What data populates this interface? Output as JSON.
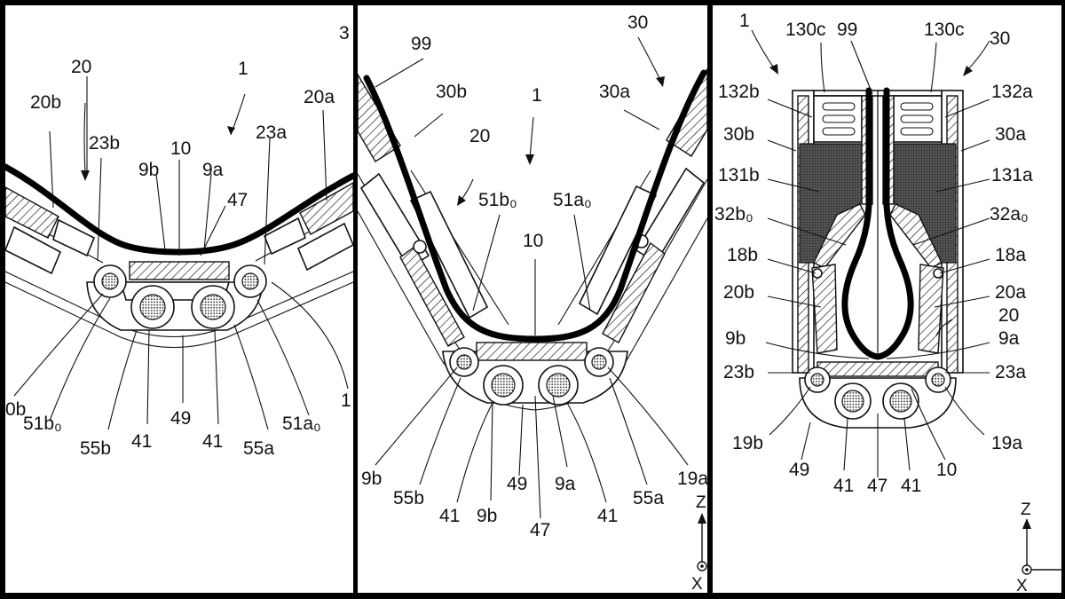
{
  "panels": [
    {
      "id": "panel-1",
      "labels": [
        "3",
        "20",
        "1",
        "20b",
        "20a",
        "23b",
        "10",
        "23a",
        "9b",
        "9a",
        "47",
        "0b",
        "51b₀",
        "55b",
        "41",
        "49",
        "41",
        "55a",
        "51a₀",
        "1"
      ]
    },
    {
      "id": "panel-2",
      "labels": [
        "99",
        "30",
        "30b",
        "1",
        "30a",
        "20",
        "51b₀",
        "51a₀",
        "10",
        "9b",
        "55b",
        "41",
        "9b",
        "49",
        "47",
        "9a",
        "41",
        "55a",
        "19a",
        "Z",
        "X"
      ]
    },
    {
      "id": "panel-3",
      "labels": [
        "1",
        "130c",
        "99",
        "130c",
        "30",
        "132b",
        "132a",
        "30b",
        "30a",
        "131b",
        "131a",
        "32b₀",
        "32a₀",
        "18b",
        "18a",
        "20b",
        "20a",
        "20",
        "9b",
        "9a",
        "23b",
        "23a",
        "19b",
        "19a",
        "49",
        "41",
        "47",
        "41",
        "10",
        "Z",
        "X"
      ]
    }
  ],
  "colors": {
    "background": "#000000",
    "panel": "#ffffff",
    "ink": "#111111"
  }
}
